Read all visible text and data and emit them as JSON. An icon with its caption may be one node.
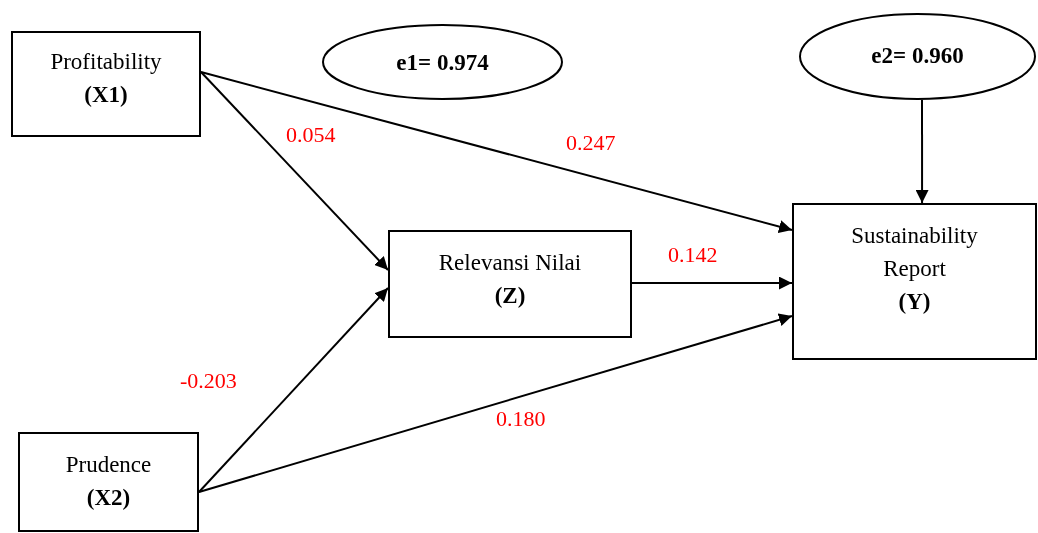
{
  "diagram": {
    "nodes": [
      {
        "text": [
          "Profitability",
          "(X1)"
        ]
      },
      {
        "text": [
          "e1= 0.974"
        ]
      },
      {
        "text": [
          "e2= 0.960"
        ]
      },
      {
        "text": [
          "Relevansi Nilai",
          "(Z)"
        ]
      },
      {
        "text": [
          "Sustainability Report",
          "(Y)"
        ]
      },
      {
        "text": [
          "Prudence",
          "(X2)"
        ]
      }
    ],
    "edges": [
      {
        "from": 0,
        "to": 3,
        "arrow": "to",
        "label": "0.054"
      },
      {
        "from": 0,
        "to": 4,
        "arrow": "to",
        "label": "0.247"
      },
      {
        "from": 2,
        "to": 4,
        "arrow": "to"
      },
      {
        "from": 3,
        "to": 4,
        "arrow": "to",
        "label": "0.142"
      },
      {
        "from": 5,
        "to": 3,
        "arrow": "to",
        "label": "-0.203"
      },
      {
        "from": 5,
        "to": 4,
        "arrow": "to",
        "label": "0.180"
      }
    ]
  }
}
